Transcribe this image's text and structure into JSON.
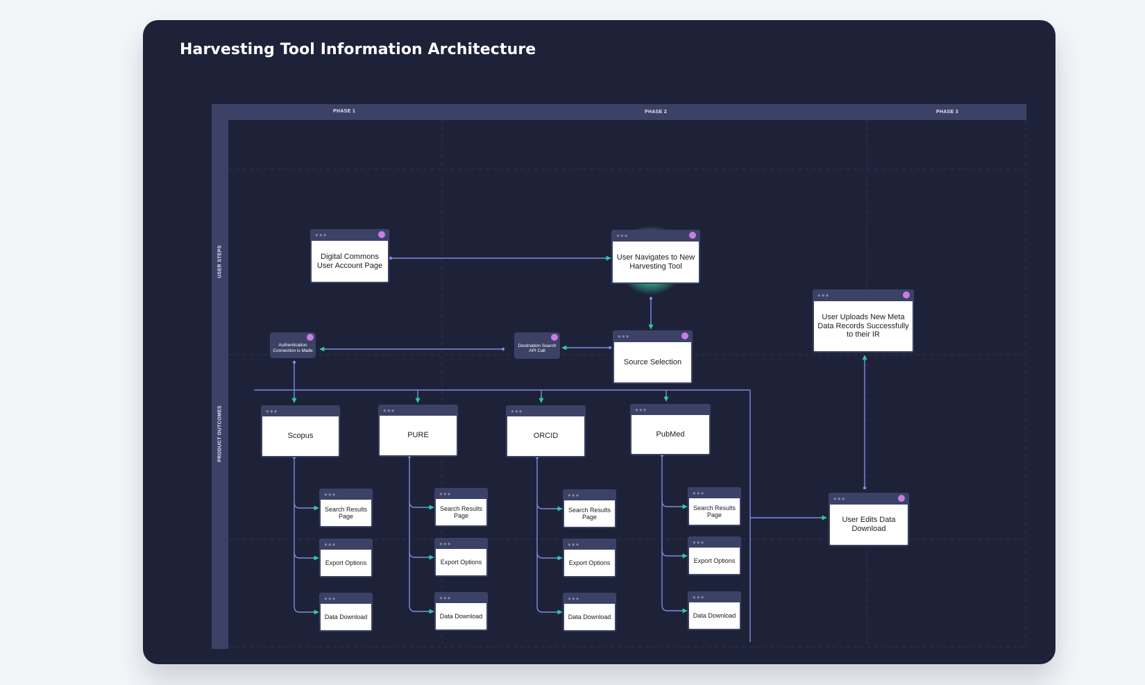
{
  "title": "Harvesting Tool Information Architecture",
  "colors": {
    "background": "#f3f6f9",
    "card": "#1e2239",
    "header_bar": "#3b4266",
    "connector": "#7f8be0",
    "arrow": "#32c8a8",
    "badge": "#c87de6",
    "highlight": "#3aa88b"
  },
  "phases": [
    "PHASE 1",
    "PHASE 2",
    "PHASE 3"
  ],
  "lanes": {
    "user_steps": "USER STEPS",
    "product_outcomes": "PRODUCT OUTCOMES"
  },
  "steps": {
    "dc_account": "Digital Commons User Account Page",
    "navigate": "User Navigates to New Harvesting Tool",
    "auth": "Authentication Connection is Made",
    "dest_search": "Destination Search API Call",
    "source_selection": "Source Selection",
    "uploads": "User Uploads New Meta Data Records Successfully to their IR",
    "edits": "User Edits Data Download"
  },
  "sources": [
    {
      "name": "Scopus",
      "pages": [
        "Search Results Page",
        "Export Options",
        "Data Download"
      ]
    },
    {
      "name": "PURE",
      "pages": [
        "Search Results Page",
        "Export Options",
        "Data Download"
      ]
    },
    {
      "name": "ORCID",
      "pages": [
        "Search Results Page",
        "Export Options",
        "Data Download"
      ]
    },
    {
      "name": "PubMed",
      "pages": [
        "Search Results Page",
        "Export Options",
        "Data Download"
      ]
    }
  ]
}
